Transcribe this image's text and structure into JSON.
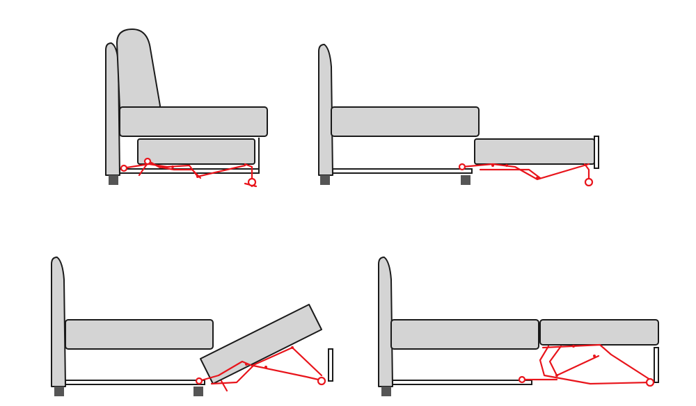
{
  "diagram": {
    "colors": {
      "upholstery": "#d4d4d4",
      "outline": "#1a1a1a",
      "mechanism": "#e8141b",
      "background": "#ffffff"
    },
    "stages": [
      {
        "name": "folded-sofa",
        "state": "closed"
      },
      {
        "name": "drawer-pulled-out",
        "state": "extending"
      },
      {
        "name": "drawer-lifting",
        "state": "raising"
      },
      {
        "name": "unfolded-bed",
        "state": "open"
      }
    ]
  }
}
